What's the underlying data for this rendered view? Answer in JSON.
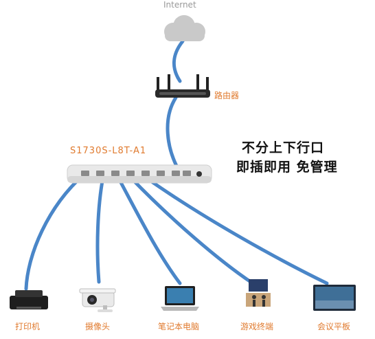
{
  "labels": {
    "internet": "Internet",
    "router": "路由器",
    "switch_model": "S1730S-L8T-A1",
    "slogan_line1": "不分上下行口",
    "slogan_line2": "即插即用 免管理"
  },
  "devices": [
    {
      "name": "printer",
      "label": "打印机"
    },
    {
      "name": "camera",
      "label": "摄像头"
    },
    {
      "name": "laptop",
      "label": "笔记本电脑"
    },
    {
      "name": "game-terminal",
      "label": "游戏终端"
    },
    {
      "name": "meeting-tablet",
      "label": "会议平板"
    }
  ],
  "colors": {
    "cable": "#4a86c8",
    "label": "#e07a2e",
    "cloud": "#c9c9c9",
    "switch_body": "#e9e9e9"
  }
}
